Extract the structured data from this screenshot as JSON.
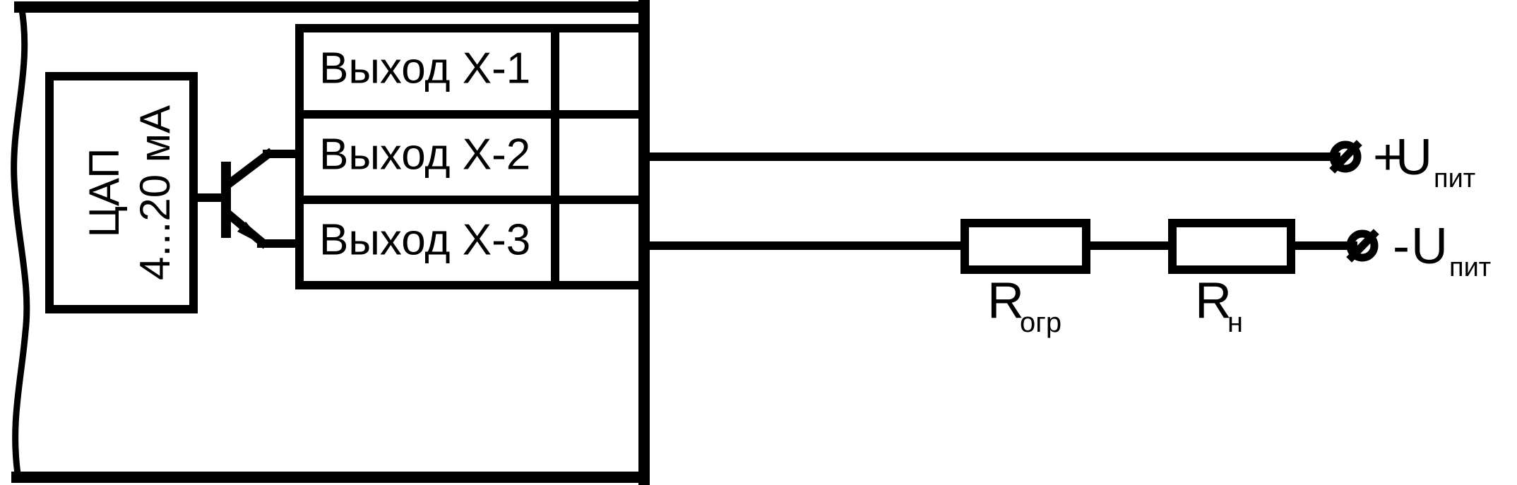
{
  "diagram": {
    "title": "Podklyuchenie tsAP 4...20 mA",
    "type": "electrical-schematic",
    "background_color": "#ffffff",
    "line_color": "#000000",
    "device_enclosure": {
      "name": "device-enclosure",
      "left_edge_style": "torn-wavy-break"
    },
    "dac_block": {
      "line1": "ЦАП",
      "line2": "4...20 мА",
      "orientation": "rotated-90-ccw"
    },
    "transistor": {
      "name": "npn-transistor",
      "type": "NPN"
    },
    "terminal_block": {
      "name": "output-terminal-block",
      "rows": [
        {
          "label": "Выход X-1",
          "has_wire": false
        },
        {
          "label": "Выход X-2",
          "has_wire": true
        },
        {
          "label": "Выход X-3",
          "has_wire": true
        }
      ]
    },
    "components": [
      {
        "name": "limiting-resistor",
        "label_main": "R",
        "label_sub": "огр"
      },
      {
        "name": "load-resistor",
        "label_main": "R",
        "label_sub": "н"
      }
    ],
    "power_terminals": [
      {
        "name": "positive-supply-terminal",
        "sign": "+",
        "label_main": "U",
        "label_sub": "пит",
        "symbol": "slashed-circle"
      },
      {
        "name": "negative-supply-terminal",
        "sign": "-",
        "label_main": "U",
        "label_sub": "пит",
        "symbol": "slashed-circle"
      }
    ]
  }
}
